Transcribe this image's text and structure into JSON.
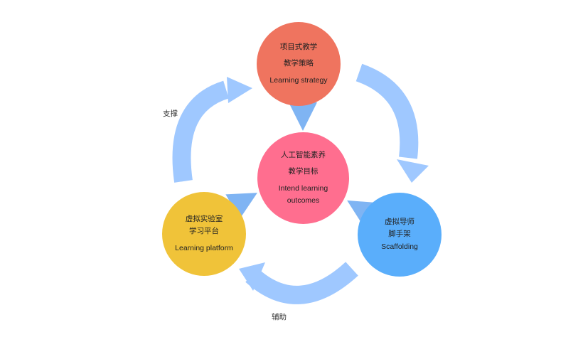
{
  "diagram": {
    "type": "cycle",
    "colors": {
      "strategy": "#ef745f",
      "outcomes": "#ff6e8f",
      "platform": "#f0c339",
      "scaffolding": "#5aaefb",
      "cycle_arrow": "#9fc8ff",
      "link_arrow": "#7fb4f3"
    },
    "nodes": {
      "strategy": {
        "line1": "项目式教学",
        "line2": "教学策略",
        "line3": "Learning strategy"
      },
      "outcomes": {
        "line1": "人工智能素养",
        "line2": "教学目标",
        "line3": "Intend learning",
        "line4": "outcomes"
      },
      "platform": {
        "line1": "虚拟实验室",
        "line2": "学习平台",
        "line3": "Learning platform"
      },
      "scaffolding": {
        "line1": "虚拟导师",
        "line2": "脚手架",
        "line3": "Scaffolding"
      }
    },
    "edge_labels": {
      "support": "支撑",
      "assist": "辅助"
    }
  }
}
